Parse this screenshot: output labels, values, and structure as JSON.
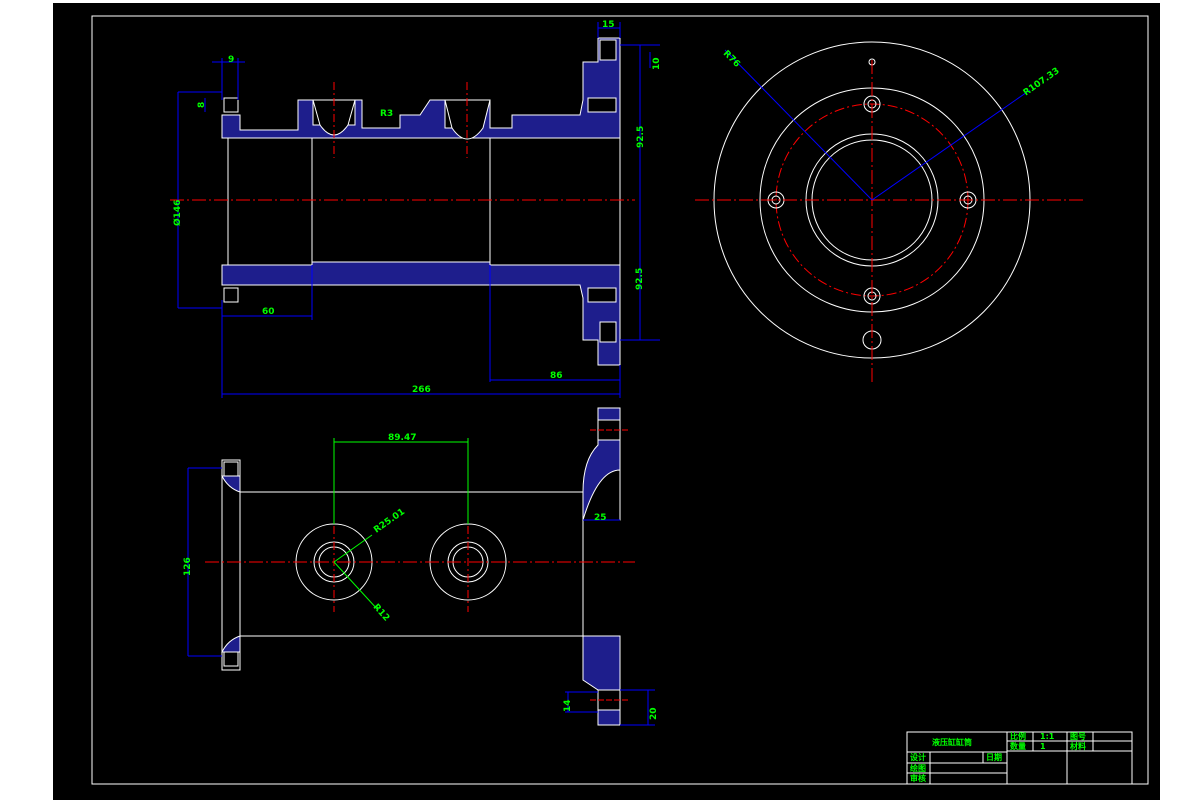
{
  "colors": {
    "background": "#000000",
    "outline": "#ffffff",
    "section_fill": "#1e1e8c",
    "center_line": "#ff0000",
    "dimension_line": "#0000ff",
    "dimension_text": "#00ff00"
  },
  "front_view": {
    "dims": {
      "top_9": "9",
      "top_15": "15",
      "top_10": "10",
      "left_8": "8",
      "r3": "R3",
      "dia_146": "Ø146",
      "dim_92_5_top": "92.5",
      "dim_92_5_bot": "92.5",
      "dim_60": "60",
      "dim_86": "86",
      "dim_266": "266"
    }
  },
  "top_view": {
    "dims": {
      "r76": "R76",
      "r107": "R107.33"
    }
  },
  "bottom_view": {
    "dims": {
      "dim_89_47": "89.47",
      "r25": "R25.01",
      "r12": "R12",
      "dim_126": "126",
      "dim_25": "25",
      "dim_14": "14",
      "dim_20": "20"
    }
  },
  "title_block": {
    "part_name": "液压缸缸筒",
    "scale_label": "比例",
    "scale_value": "1:1",
    "drawing_no_label": "图号",
    "quantity_label": "数量",
    "quantity_value": "1",
    "material_label": "材料",
    "design_label": "设计",
    "drawing_label": "绘图",
    "review_label": "审核",
    "date_label": "日期"
  }
}
